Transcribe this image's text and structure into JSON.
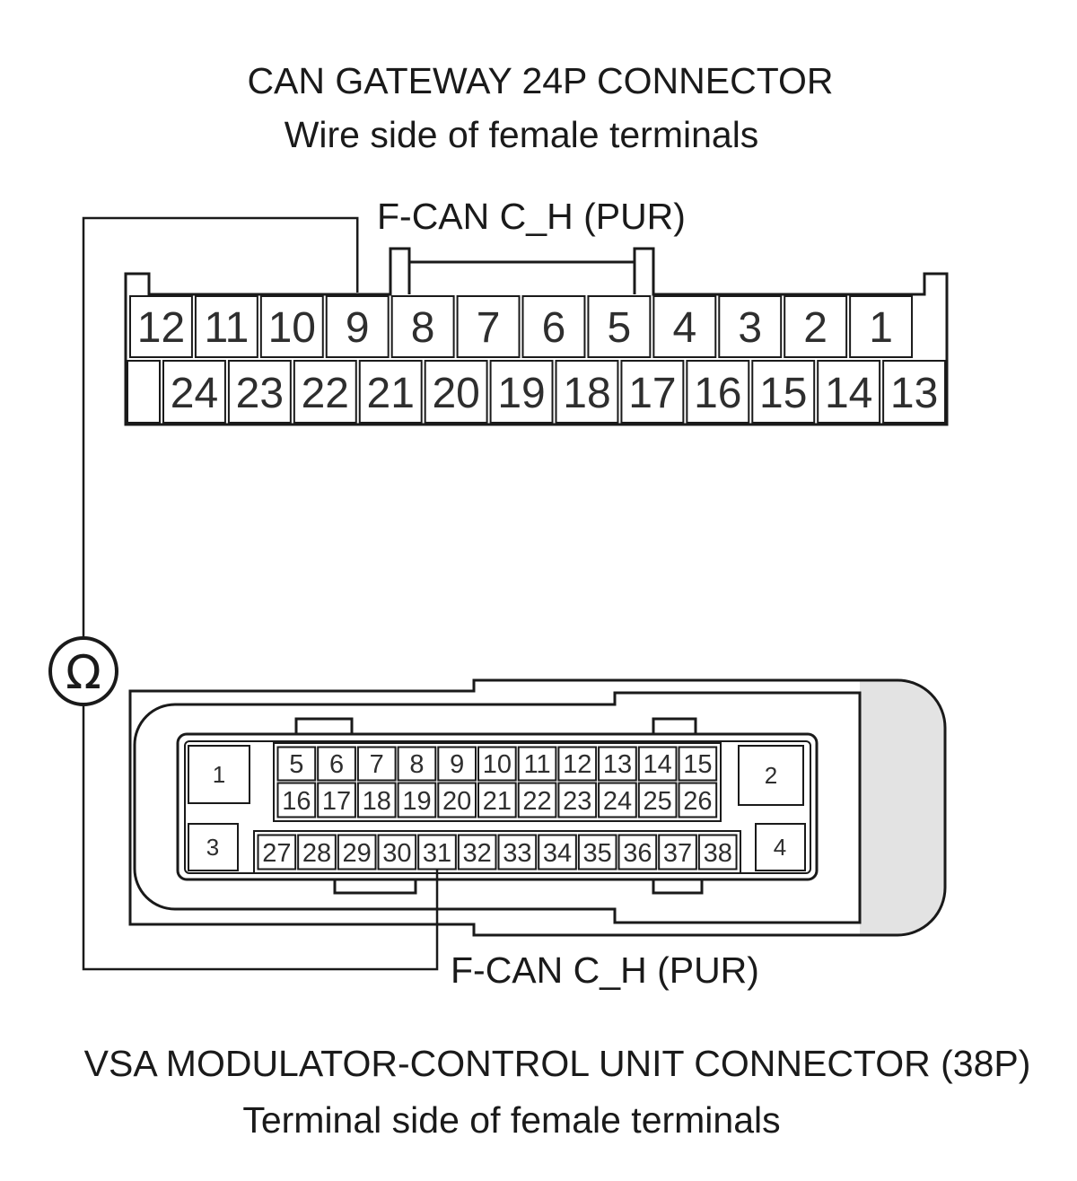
{
  "colors": {
    "line": "#1a1a1a",
    "text": "#2e2e2e",
    "shaded_end": "#e3e3e3"
  },
  "gateway_connector": {
    "title": "CAN GATEWAY 24P CONNECTOR",
    "subtitle": "Wire side of female terminals",
    "wire_label": "F-CAN C_H (PUR)",
    "row1": [
      "12",
      "11",
      "10",
      "9",
      "8",
      "7",
      "6",
      "5",
      "4",
      "3",
      "2",
      "1"
    ],
    "row2": [
      "24",
      "23",
      "22",
      "21",
      "20",
      "19",
      "18",
      "17",
      "16",
      "15",
      "14",
      "13"
    ]
  },
  "meter": {
    "symbol": "Ω",
    "icon": "ohmmeter-icon"
  },
  "vsa_connector": {
    "title": "VSA MODULATOR-CONTROL UNIT CONNECTOR (38P)",
    "subtitle": "Terminal side of female terminals",
    "wire_label": "F-CAN C_H (PUR)",
    "large_pins": [
      "1",
      "2",
      "3",
      "4"
    ],
    "row1": [
      "5",
      "6",
      "7",
      "8",
      "9",
      "10",
      "11",
      "12",
      "13",
      "14",
      "15"
    ],
    "row2": [
      "16",
      "17",
      "18",
      "19",
      "20",
      "21",
      "22",
      "23",
      "24",
      "25",
      "26"
    ],
    "row3": [
      "27",
      "28",
      "29",
      "30",
      "31",
      "32",
      "33",
      "34",
      "35",
      "36",
      "37",
      "38"
    ]
  },
  "connection": {
    "gateway_terminal": "9",
    "vsa_terminal": "31"
  }
}
